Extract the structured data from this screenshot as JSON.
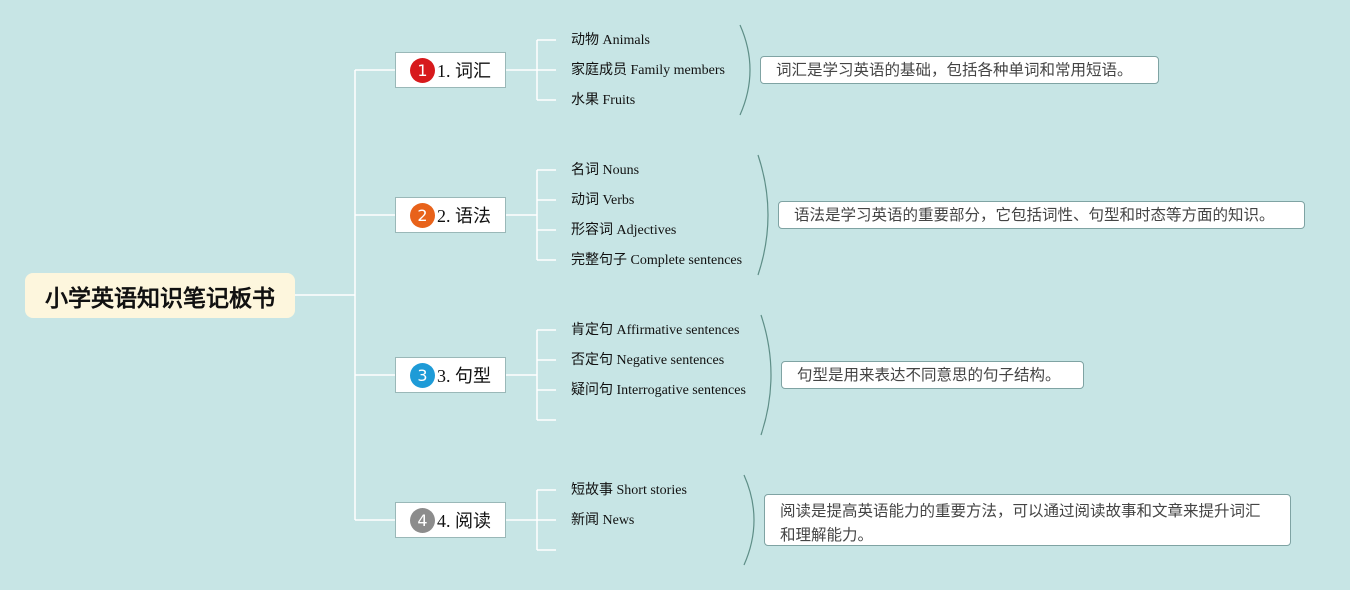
{
  "root": {
    "title": "小学英语知识笔记板书"
  },
  "colors": {
    "background": "#c7e5e5",
    "root_fill": "#fdf6dd",
    "connector": "#ffffff",
    "brace": "#5e8e87",
    "badges": [
      "#d7191c",
      "#e8621a",
      "#1e9bd7",
      "#8c8c8c"
    ]
  },
  "branches": [
    {
      "badge": "1",
      "label": "1. 词汇",
      "items": [
        "动物 Animals",
        "家庭成员 Family members",
        "水果 Fruits"
      ],
      "summary": "词汇是学习英语的基础，包括各种单词和常用短语。"
    },
    {
      "badge": "2",
      "label": "2. 语法",
      "items": [
        "名词 Nouns",
        "动词 Verbs",
        "形容词 Adjectives",
        "完整句子 Complete sentences"
      ],
      "summary": "语法是学习英语的重要部分，它包括词性、句型和时态等方面的知识。"
    },
    {
      "badge": "3",
      "label": "3. 句型",
      "items": [
        "肯定句 Affirmative sentences",
        "否定句 Negative sentences",
        "疑问句 Interrogative sentences",
        ""
      ],
      "summary": "句型是用来表达不同意思的句子结构。"
    },
    {
      "badge": "4",
      "label": "4. 阅读",
      "items": [
        "短故事 Short stories",
        "新闻 News",
        ""
      ],
      "summary": "阅读是提高英语能力的重要方法，可以通过阅读故事和文章来提升词汇和理解能力。"
    }
  ]
}
